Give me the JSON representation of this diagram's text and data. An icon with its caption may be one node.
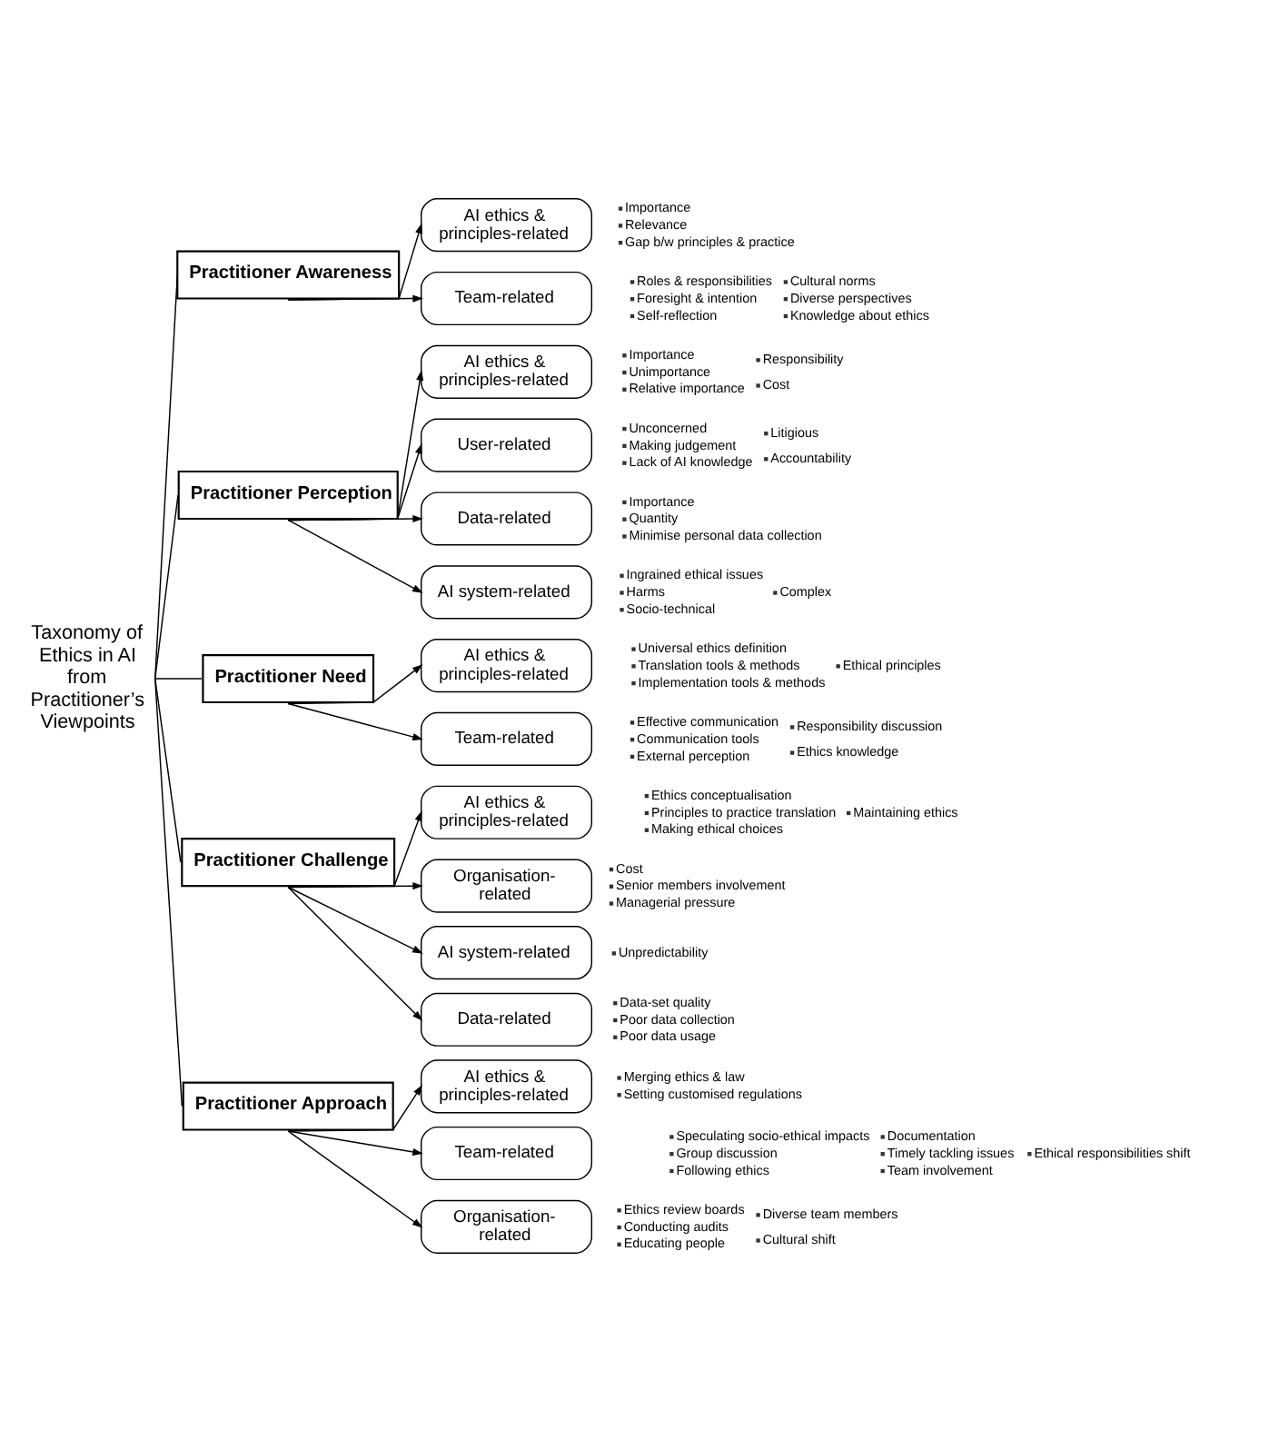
{
  "diagram": {
    "nodes": [
      {
        "text": [
          "Taxonomy of Ethics in AI from Practitioner’s Viewpoints"
        ]
      },
      {
        "text": [
          "Practitioner Awareness"
        ]
      },
      {
        "text": [
          "AI ethics & principles-related"
        ],
        "beside": [
          "Importance",
          "Relevance",
          "Gap b/w principles & practice"
        ]
      },
      {
        "text": [
          "Team-related"
        ],
        "beside": [
          "Roles & responsibilities",
          "Foresight & intention",
          "Self-reflection",
          "Cultural norms",
          "Diverse perspectives",
          "Knowledge about ethics"
        ]
      },
      {
        "text": [
          "Practitioner Perception"
        ]
      },
      {
        "text": [
          "AI ethics & principles-related"
        ],
        "beside": [
          "Importance",
          "Unimportance",
          "Relative importance",
          "Responsibility",
          "Cost"
        ]
      },
      {
        "text": [
          "User-related"
        ],
        "beside": [
          "Unconcerned",
          "Making judgement",
          "Lack of AI knowledge",
          "Litigious",
          "Accountability"
        ]
      },
      {
        "text": [
          "Data-related"
        ],
        "beside": [
          "Importance",
          "Quantity",
          "Minimise personal data collection"
        ]
      },
      {
        "text": [
          "AI system-related"
        ],
        "beside": [
          "Ingrained ethical issues",
          "Harms",
          "Socio-technical",
          "Complex"
        ]
      },
      {
        "text": [
          "Practitioner Need"
        ]
      },
      {
        "text": [
          "AI ethics & principles-related"
        ],
        "beside": [
          "Universal ethics definition",
          "Translation tools & methods",
          "Implementation tools & methods",
          "Ethical principles"
        ]
      },
      {
        "text": [
          "Team-related"
        ],
        "beside": [
          "Effective communication",
          "Communication tools",
          "External perception",
          "Responsibility discussion",
          "Ethics knowledge"
        ]
      },
      {
        "text": [
          "Practitioner Challenge"
        ]
      },
      {
        "text": [
          "AI ethics & principles-related"
        ],
        "beside": [
          "Ethics conceptualisation",
          "Principles to practice translation",
          "Making ethical choices",
          "Maintaining ethics"
        ]
      },
      {
        "text": [
          "Organisation-related"
        ],
        "beside": [
          "Cost",
          "Senior members involvement",
          "Managerial pressure"
        ]
      },
      {
        "text": [
          "AI system-related"
        ],
        "beside": [
          "Unpredictability"
        ]
      },
      {
        "text": [
          "Data-related"
        ],
        "beside": [
          "Data-set quality",
          "Poor data collection",
          "Poor data usage"
        ]
      },
      {
        "text": [
          "Practitioner Approach"
        ]
      },
      {
        "text": [
          "AI ethics & principles-related"
        ],
        "beside": [
          "Merging ethics & law",
          "Setting customised regulations"
        ]
      },
      {
        "text": [
          "Team-related"
        ],
        "beside": [
          "Speculating socio-ethical impacts",
          "Group discussion",
          "Following ethics",
          "Documentation",
          "Timely tackling issues",
          "Team involvement",
          "Ethical responsibilities shift"
        ]
      },
      {
        "text": [
          "Organisation-related"
        ],
        "beside": [
          "Ethics review boards",
          "Conducting audits",
          "Educating people",
          "Diverse team members",
          "Cultural shift"
        ]
      }
    ],
    "edges": [
      {
        "from": 0,
        "to": 1,
        "arrow": "none"
      },
      {
        "from": 1,
        "to": 2,
        "arrow": "to"
      },
      {
        "from": 1,
        "to": 3,
        "arrow": "to"
      },
      {
        "from": 0,
        "to": 4,
        "arrow": "none"
      },
      {
        "from": 4,
        "to": 5,
        "arrow": "to"
      },
      {
        "from": 4,
        "to": 6,
        "arrow": "to"
      },
      {
        "from": 4,
        "to": 7,
        "arrow": "to"
      },
      {
        "from": 4,
        "to": 8,
        "arrow": "to"
      },
      {
        "from": 0,
        "to": 9,
        "arrow": "none"
      },
      {
        "from": 9,
        "to": 10,
        "arrow": "to"
      },
      {
        "from": 9,
        "to": 11,
        "arrow": "to"
      },
      {
        "from": 0,
        "to": 12,
        "arrow": "none"
      },
      {
        "from": 12,
        "to": 13,
        "arrow": "to"
      },
      {
        "from": 12,
        "to": 14,
        "arrow": "to"
      },
      {
        "from": 12,
        "to": 15,
        "arrow": "to"
      },
      {
        "from": 12,
        "to": 16,
        "arrow": "to"
      },
      {
        "from": 0,
        "to": 17,
        "arrow": "none"
      },
      {
        "from": 17,
        "to": 18,
        "arrow": "to"
      },
      {
        "from": 17,
        "to": 19,
        "arrow": "to"
      },
      {
        "from": 17,
        "to": 20,
        "arrow": "to"
      }
    ]
  }
}
